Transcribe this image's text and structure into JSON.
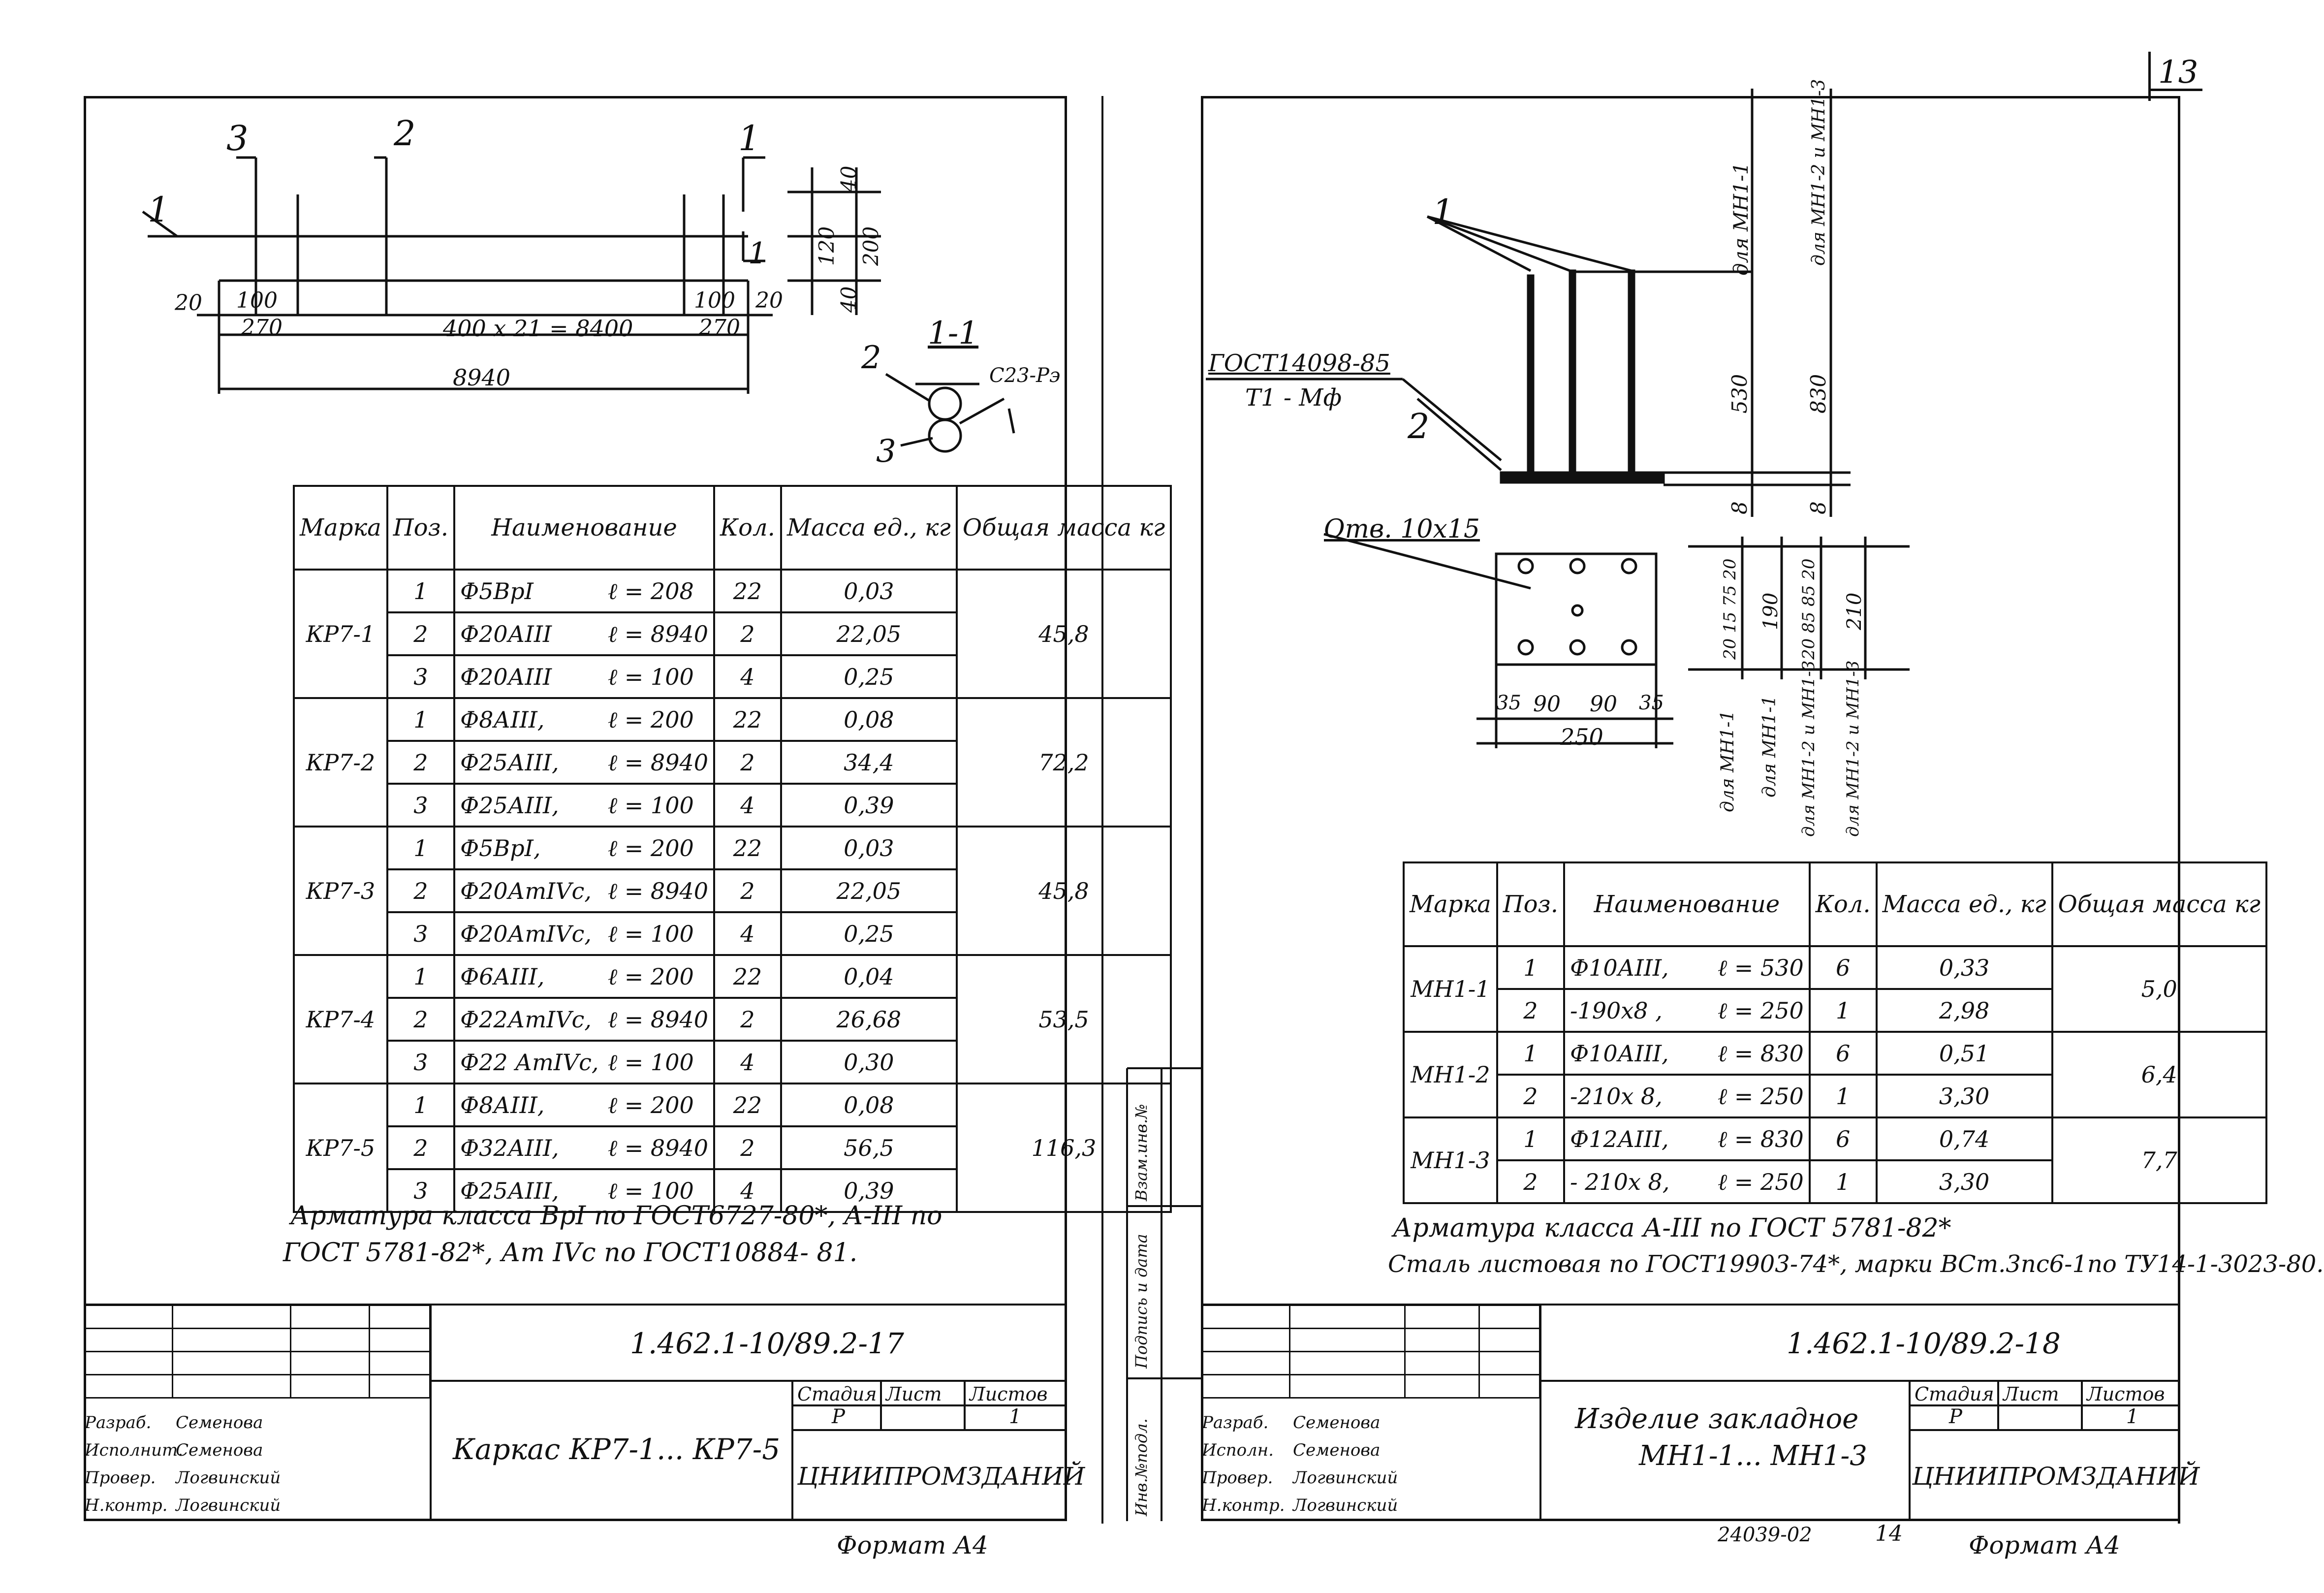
{
  "page_number": "13",
  "left_sheet": {
    "section_marks": [
      "3",
      "2",
      "1",
      "1"
    ],
    "dims": {
      "d20_left": "20",
      "d100_left": "100",
      "d270_left": "270",
      "d_span": "400 x 21 = 8400",
      "d100_right": "100",
      "d270_right": "270",
      "d20_right": "20",
      "total": "8940",
      "v40_top": "40",
      "v120": "120",
      "v200": "200",
      "v40_bottom": "40"
    },
    "section_title": "1-1",
    "section_pos_2": "2",
    "section_pos_3": "3",
    "weld_label": "С23-Рэ",
    "table_headers": [
      "Марка",
      "Поз.",
      "Наименование",
      "Кол.",
      "Масса ед., кг",
      "Общая масса кг"
    ],
    "groups": [
      {
        "mark": "КР7-1",
        "total": "45,8",
        "rows": [
          {
            "pos": "1",
            "name": "Ф5ВрI",
            "len": "ℓ = 208",
            "qty": "22",
            "mass": "0,03"
          },
          {
            "pos": "2",
            "name": "Ф20АIII",
            "len": "ℓ = 8940",
            "qty": "2",
            "mass": "22,05"
          },
          {
            "pos": "3",
            "name": "Ф20АIII",
            "len": "ℓ = 100",
            "qty": "4",
            "mass": "0,25"
          }
        ]
      },
      {
        "mark": "КР7-2",
        "total": "72,2",
        "rows": [
          {
            "pos": "1",
            "name": "Ф8АIII,",
            "len": "ℓ = 200",
            "qty": "22",
            "mass": "0,08"
          },
          {
            "pos": "2",
            "name": "Ф25АIII,",
            "len": "ℓ = 8940",
            "qty": "2",
            "mass": "34,4"
          },
          {
            "pos": "3",
            "name": "Ф25АIII,",
            "len": "ℓ = 100",
            "qty": "4",
            "mass": "0,39"
          }
        ]
      },
      {
        "mark": "КР7-3",
        "total": "45,8",
        "rows": [
          {
            "pos": "1",
            "name": "Ф5ВрI,",
            "len": "ℓ = 200",
            "qty": "22",
            "mass": "0,03"
          },
          {
            "pos": "2",
            "name": "Ф20АтIVс,",
            "len": "ℓ = 8940",
            "qty": "2",
            "mass": "22,05"
          },
          {
            "pos": "3",
            "name": "Ф20АтIVс,",
            "len": "ℓ = 100",
            "qty": "4",
            "mass": "0,25"
          }
        ]
      },
      {
        "mark": "КР7-4",
        "total": "53,5",
        "rows": [
          {
            "pos": "1",
            "name": "Ф6АIII,",
            "len": "ℓ = 200",
            "qty": "22",
            "mass": "0,04"
          },
          {
            "pos": "2",
            "name": "Ф22АтIVс,",
            "len": "ℓ = 8940",
            "qty": "2",
            "mass": "26,68"
          },
          {
            "pos": "3",
            "name": "Ф22 АтIVс,",
            "len": "ℓ = 100",
            "qty": "4",
            "mass": "0,30"
          }
        ]
      },
      {
        "mark": "КР7-5",
        "total": "116,3",
        "rows": [
          {
            "pos": "1",
            "name": "Ф8АIII,",
            "len": "ℓ = 200",
            "qty": "22",
            "mass": "0,08"
          },
          {
            "pos": "2",
            "name": "Ф32АIII,",
            "len": "ℓ = 8940",
            "qty": "2",
            "mass": "56,5"
          },
          {
            "pos": "3",
            "name": "Ф25АIII,",
            "len": "ℓ = 100",
            "qty": "4",
            "mass": "0,39"
          }
        ]
      }
    ],
    "note_line1": "Арматура  класса ВрI по ГОСТ6727-80*, А-III по",
    "note_line2": "ГОСТ 5781-82*, Ат IVс  по  ГОСТ10884- 81.",
    "doc_code": "1.462.1-10/89.2-17",
    "title": "Каркас  КР7-1...  КР7-5",
    "stage_label": "Стадия",
    "sheet_label": "Лист",
    "sheets_label": "Листов",
    "stage": "Р",
    "sheets_count": "1",
    "org": "ЦНИИПРОМЗДАНИЙ",
    "signers": [
      {
        "role": "Разраб.",
        "name": "Семенова"
      },
      {
        "role": "Исполнит.",
        "name": "Семенова"
      },
      {
        "role": "Провер.",
        "name": "Логвинский"
      },
      {
        "role": "Н.контр.",
        "name": "Логвинский"
      }
    ],
    "format": "Формат А4"
  },
  "right_sheet": {
    "label_pos1": "1",
    "label_pos2": "2",
    "gost_ref": "ГОСТ14098-85",
    "gost_type": "Т1 - Мф",
    "v_dim_530": "530",
    "v_dim_830": "830",
    "v_dim_8a": "8",
    "v_dim_8b": "8",
    "for_mn1": "для  МН1-1",
    "for_mn2": "для МН1-2 и МН1-3",
    "holes_label": "Отв. 10x15",
    "plate_dims": {
      "d35a": "35",
      "d90a": "90",
      "d90b": "90",
      "d35b": "35",
      "d250": "250",
      "v20_15_75_20": "20 15  75 20",
      "v190": "190",
      "v20_85_85_20": "20 85  85 20",
      "v210": "210"
    },
    "plate_notes": [
      "для МН1-1",
      "для МН1-1",
      "для МН1-2 и МН1-3",
      "для МН1-2 и МН1-3"
    ],
    "table_headers": [
      "Марка",
      "Поз.",
      "Наименование",
      "Кол.",
      "Масса ед., кг",
      "Общая масса кг"
    ],
    "groups": [
      {
        "mark": "МН1-1",
        "total": "5,0",
        "rows": [
          {
            "pos": "1",
            "name": "Ф10АIII,",
            "len": "ℓ = 530",
            "qty": "6",
            "mass": "0,33"
          },
          {
            "pos": "2",
            "name": "-190x8 ,",
            "len": "ℓ = 250",
            "qty": "1",
            "mass": "2,98"
          }
        ]
      },
      {
        "mark": "МН1-2",
        "total": "6,4",
        "rows": [
          {
            "pos": "1",
            "name": "Ф10АIII,",
            "len": "ℓ = 830",
            "qty": "6",
            "mass": "0,51"
          },
          {
            "pos": "2",
            "name": "-210x 8,",
            "len": "ℓ = 250",
            "qty": "1",
            "mass": "3,30"
          }
        ]
      },
      {
        "mark": "МН1-3",
        "total": "7,7",
        "rows": [
          {
            "pos": "1",
            "name": "Ф12АIII,",
            "len": "ℓ = 830",
            "qty": "6",
            "mass": "0,74"
          },
          {
            "pos": "2",
            "name": "- 210x 8,",
            "len": "ℓ = 250",
            "qty": "1",
            "mass": "3,30"
          }
        ]
      }
    ],
    "note_line1": "Арматура  класса  А-III по ГОСТ 5781-82*",
    "note_line2": "Сталь листовая по ГОСТ19903-74*, марки ВСт.3пс6-1по ТУ14-1-3023-80.",
    "side_labels": [
      "Инв.№подл.",
      "Подпись и дата",
      "Взам.инв.№"
    ],
    "doc_code": "1.462.1-10/89.2-18",
    "title_line1": "Изделие   закладное",
    "title_line2": "МН1-1...  МН1-3",
    "stage_label": "Стадия",
    "sheet_label": "Лист",
    "sheets_label": "Листов",
    "stage": "Р",
    "sheets_count": "1",
    "org": "ЦНИИПРОМЗДАНИЙ",
    "signers": [
      {
        "role": "Разраб.",
        "name": "Семенова"
      },
      {
        "role": "Исполн.",
        "name": "Семенова"
      },
      {
        "role": "Провер.",
        "name": "Логвинский"
      },
      {
        "role": "Н.контр.",
        "name": "Логвинский"
      }
    ],
    "archive_no": "24039-02",
    "archive_page": "14",
    "format": "Формат А4"
  }
}
